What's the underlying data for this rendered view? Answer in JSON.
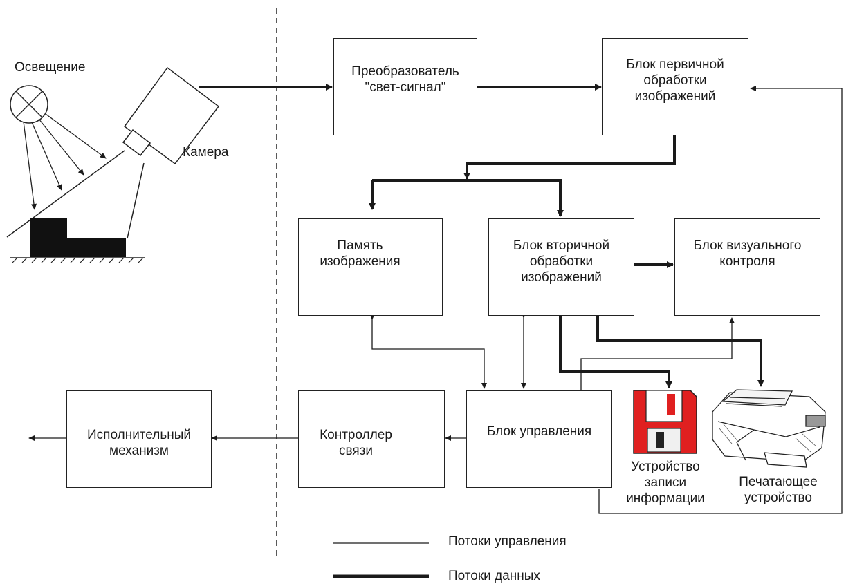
{
  "labels": {
    "lighting": "Освещение",
    "camera": "Камера"
  },
  "blocks": {
    "converter": "Преобразователь\n\"свет-сигнал\"",
    "primary": "Блок первичной\nобработки\nизображений",
    "memory": "Память\nизображения",
    "secondary": "Блок вторичной\nобработки\nизображений",
    "visual": "Блок визуального\nконтроля",
    "control": "Блок управления",
    "comm": "Контроллер\nсвязи",
    "actuator": "Исполнительный\nмеханизм"
  },
  "devices": {
    "recorder": "Устройство\nзаписи\nинформации",
    "printer": "Печатающее\nустройство"
  },
  "legend": {
    "control_flow": "Потоки управления",
    "data_flow": "Потоки данных"
  },
  "colors": {
    "line": "#1a1a1a",
    "floppy": "#e02020"
  },
  "icons": [
    "lamp-icon",
    "camera-icon",
    "object-on-table",
    "floppy-disk-icon",
    "printer-icon"
  ]
}
